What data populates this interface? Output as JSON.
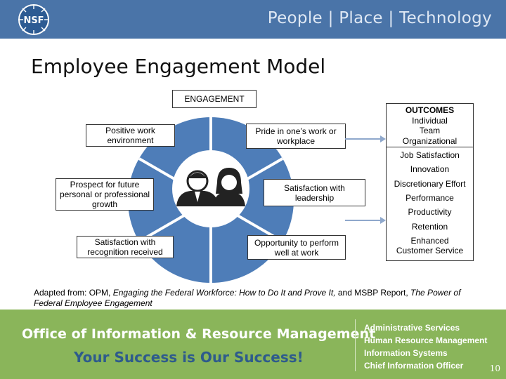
{
  "header": {
    "tagline": "People | Place | Technology",
    "logo_text": "NSF"
  },
  "title": "Employee Engagement Model",
  "engagement_label": "ENGAGEMENT",
  "drivers": [
    "Positive work environment",
    "Prospect for future personal or professional growth",
    "Satisfaction with recognition received",
    "Pride in one’s work or workplace",
    "Satisfaction with leadership",
    "Opportunity to perform well at work"
  ],
  "outcomes": {
    "heading": "OUTCOMES",
    "subheading_lines": [
      "Individual",
      "Team",
      "Organizational"
    ],
    "items": [
      "Job Satisfaction",
      "Innovation",
      "Discretionary Effort",
      "Performance",
      "Productivity",
      "Retention",
      "Enhanced Customer Service"
    ]
  },
  "source": {
    "prefix": "Adapted from: OPM, ",
    "title1": "Engaging the Federal Workforce: How to Do It and Prove It,",
    "middle": " and MSBP Report, ",
    "title2": "The Power of Federal Employee Engagement"
  },
  "footer": {
    "office": "Office of Information & Resource Management",
    "motto": "Your Success is Our Success!",
    "units": [
      "Administrative Services",
      "Human Resource Management",
      "Information Systems",
      "Chief Information Officer"
    ],
    "page_number": "10"
  },
  "colors": {
    "header": "#4a74a8",
    "wheel": "#4e7db8",
    "footer": "#8ab55a",
    "motto": "#2e5b8c",
    "arrow": "#8fa8cc"
  }
}
